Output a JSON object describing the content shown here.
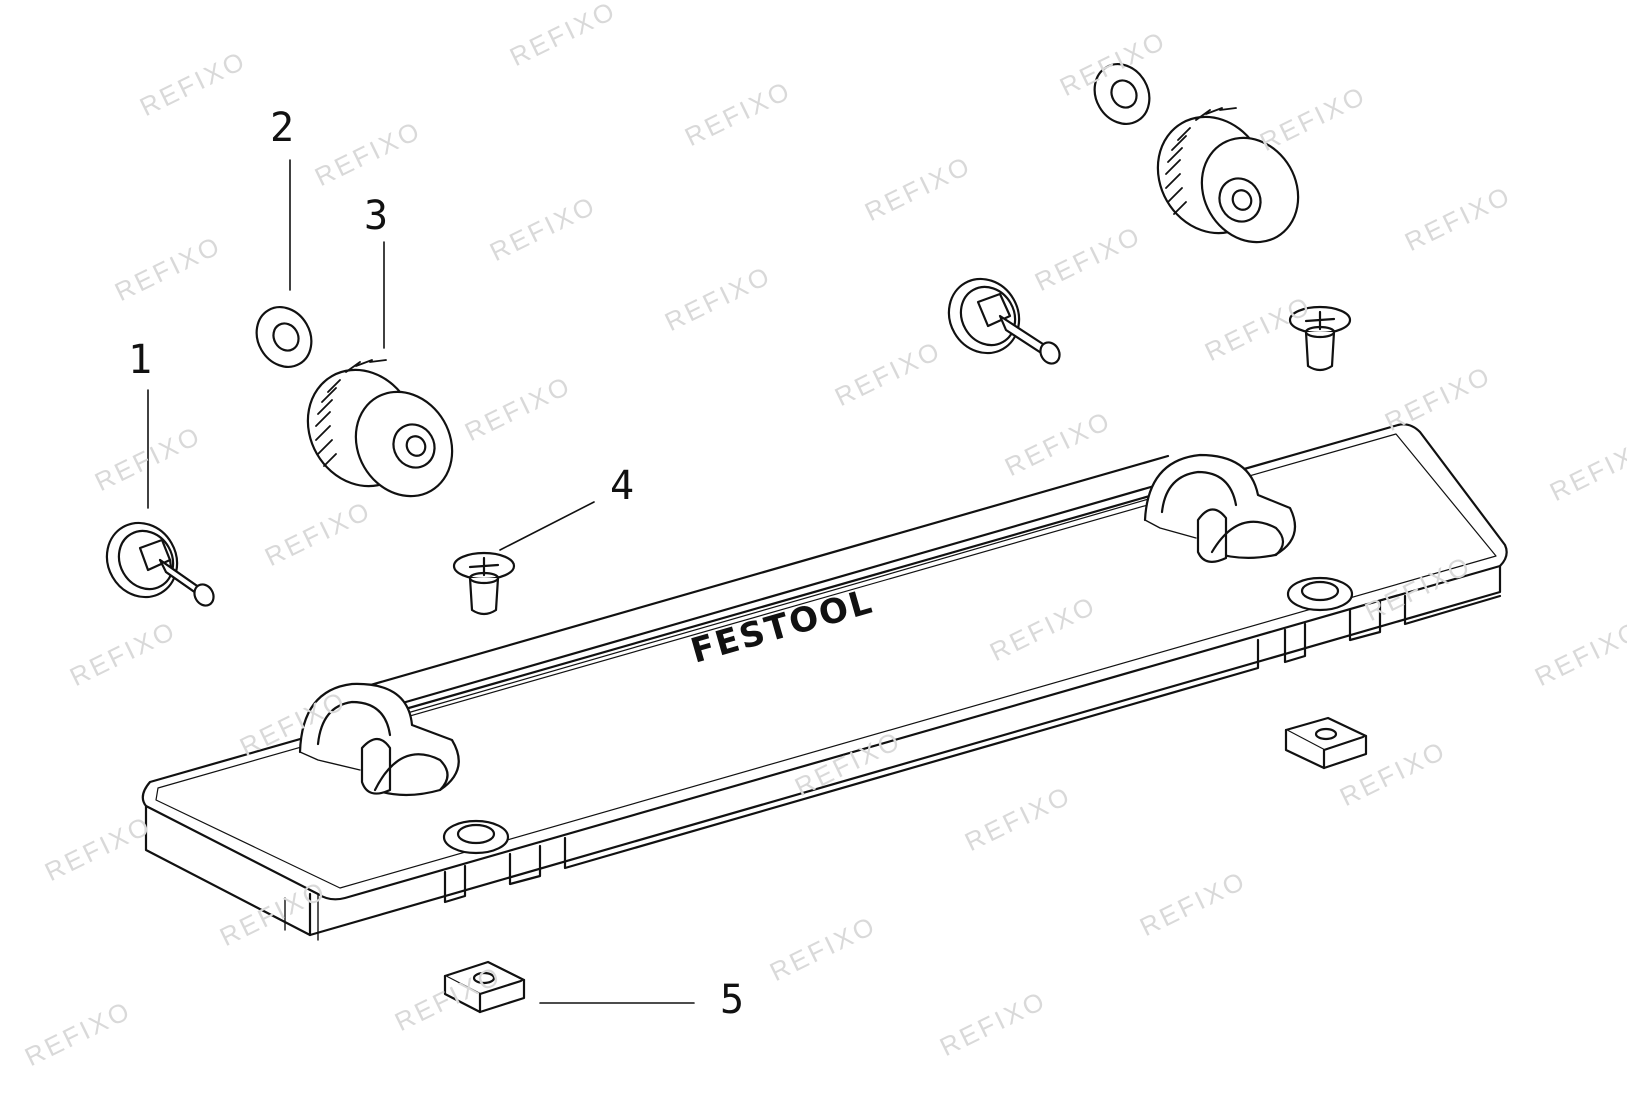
{
  "diagram": {
    "brand_mark": "FESTOOL",
    "watermark_text": "REFIXO",
    "callouts": [
      {
        "id": "1",
        "label": "1"
      },
      {
        "id": "2",
        "label": "2"
      },
      {
        "id": "3",
        "label": "3"
      },
      {
        "id": "4",
        "label": "4"
      },
      {
        "id": "5",
        "label": "5"
      }
    ],
    "line_color": "#111111",
    "watermark_color": "#d9d9d9"
  }
}
